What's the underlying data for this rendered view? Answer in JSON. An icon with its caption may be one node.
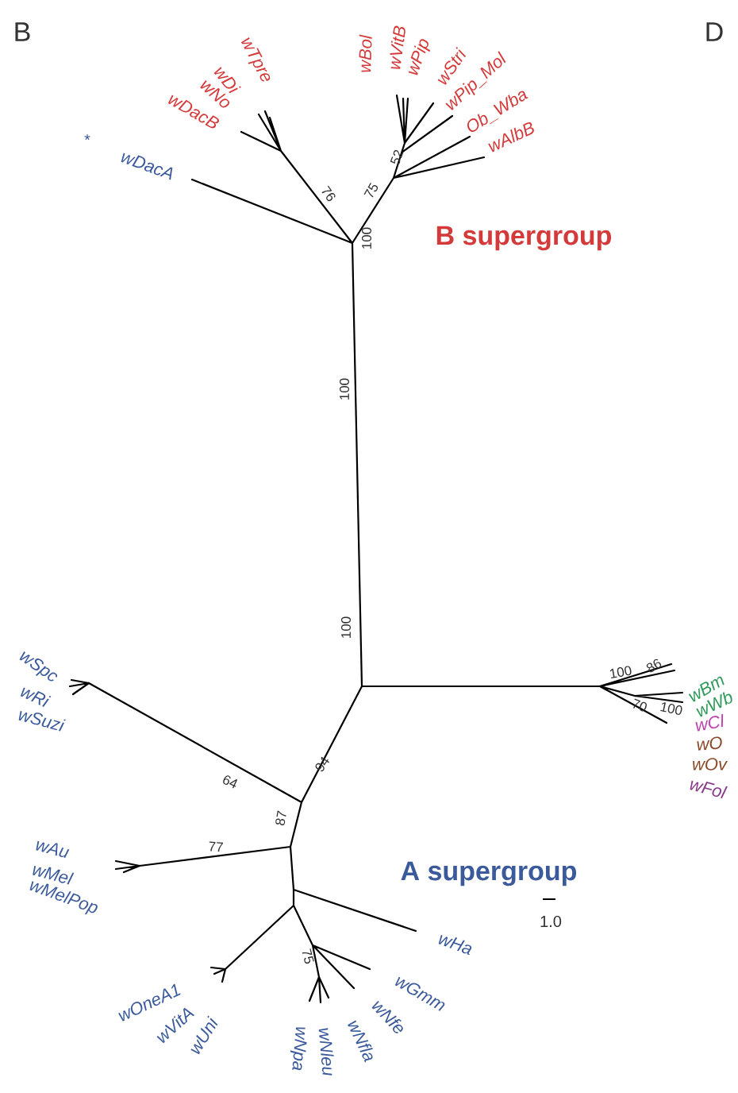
{
  "diagram": {
    "labels": [
      "B",
      "D",
      "wTpre",
      "wDi",
      "wNo",
      "wDacB",
      "wBol",
      "wVitB",
      "wPip",
      "wStri",
      "wPip_Mol",
      "Ob_Wba",
      "wAlbB",
      "*",
      "wDacA",
      "76",
      "75",
      "52",
      "100",
      "B supergroup",
      "100",
      "100",
      "wSpc",
      "wRi",
      "wSuzi",
      "100",
      "86",
      "70",
      "100",
      "wBm",
      "wWb",
      "wCl",
      "wO",
      "wOv",
      "wFol",
      "64",
      "94",
      "87",
      "77",
      "wAu",
      "wMel",
      "wMelPop",
      "A supergroup",
      "wHa",
      "75",
      "1.0",
      "wOneA1",
      "wVitA",
      "wUni",
      "wNpa",
      "wNleu",
      "wNfla",
      "wNfe",
      "wGmm"
    ]
  }
}
